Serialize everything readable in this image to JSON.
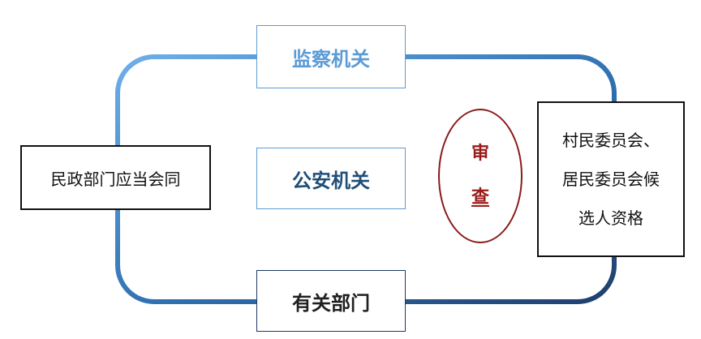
{
  "colors": {
    "loop_light": "#6fb0ea",
    "loop_dark": "#1f4e79",
    "review_red": "#9b1c1c"
  },
  "top_box": {
    "label": "监察机关"
  },
  "middle_box": {
    "label": "公安机关"
  },
  "bottom_box": {
    "label": "有关部门"
  },
  "left_box": {
    "label": "民政部门应当会同"
  },
  "review": {
    "char_1": "审",
    "char_2": "查"
  },
  "right_box": {
    "line_1": "村民委员会、",
    "line_2": "居民委员会候",
    "line_3": "选人资格"
  }
}
